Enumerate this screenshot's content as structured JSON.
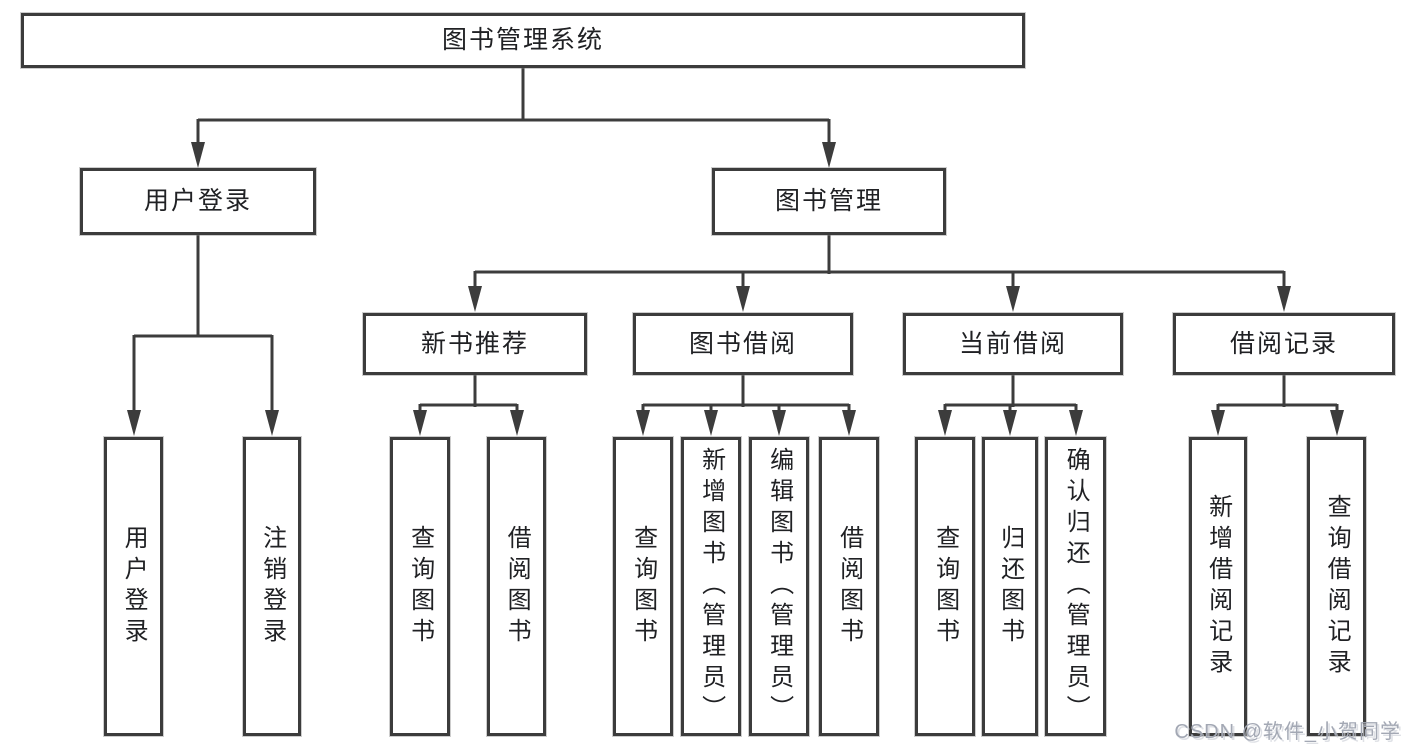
{
  "tree": {
    "label": "图书管理系统",
    "children": [
      {
        "label": "用户登录",
        "children": [
          {
            "label": "用户登录"
          },
          {
            "label": "注销登录"
          }
        ]
      },
      {
        "label": "图书管理",
        "children": [
          {
            "label": "新书推荐",
            "children": [
              {
                "label": "查询图书"
              },
              {
                "label": "借阅图书"
              }
            ]
          },
          {
            "label": "图书借阅",
            "children": [
              {
                "label": "查询图书"
              },
              {
                "label": "新增图书（管理员）"
              },
              {
                "label": "编辑图书（管理员）"
              },
              {
                "label": "借阅图书"
              }
            ]
          },
          {
            "label": "当前借阅",
            "children": [
              {
                "label": "查询图书"
              },
              {
                "label": "归还图书"
              },
              {
                "label": "确认归还（管理员）"
              }
            ]
          },
          {
            "label": "借阅记录",
            "children": [
              {
                "label": "新增借阅记录"
              },
              {
                "label": "查询借阅记录"
              }
            ]
          }
        ]
      }
    ]
  },
  "watermark": {
    "text": "CSDN @软件_小贺同学"
  },
  "colors": {
    "line": "#3c3c3c",
    "text": "#202124",
    "background": "#ffffff",
    "watermark": "#a3a8b4"
  }
}
